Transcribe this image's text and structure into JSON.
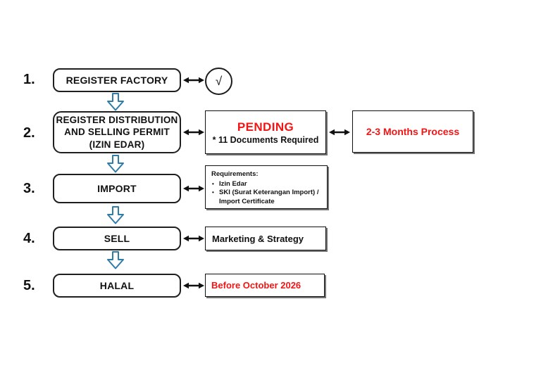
{
  "colors": {
    "red": "#f31414",
    "blue": "#2e7ca8",
    "border": "#1f1f1f"
  },
  "icons": {
    "check": "√",
    "bullet": "•"
  },
  "steps": [
    {
      "number": "1.",
      "label": "REGISTER FACTORY"
    },
    {
      "number": "2.",
      "lines": [
        "REGISTER DISTRIBUTION",
        "AND SELLING PERMIT",
        "(IZIN EDAR)"
      ]
    },
    {
      "number": "3.",
      "label": "IMPORT"
    },
    {
      "number": "4.",
      "label": "SELL"
    },
    {
      "number": "5.",
      "label": "HALAL"
    }
  ],
  "annotations": {
    "step2_status": "PENDING",
    "step2_note": "* 11 Documents Required",
    "step2_duration": "2-3 Months Process",
    "step3_heading": "Requirements:",
    "step3_bullet1": "Izin Edar",
    "step3_bullet2_line1": "SKI (Surat Keterangan Import) /",
    "step3_bullet2_line2": "Import Certificate",
    "step4_note": "Marketing & Strategy",
    "step5_deadline": "Before October 2026"
  }
}
